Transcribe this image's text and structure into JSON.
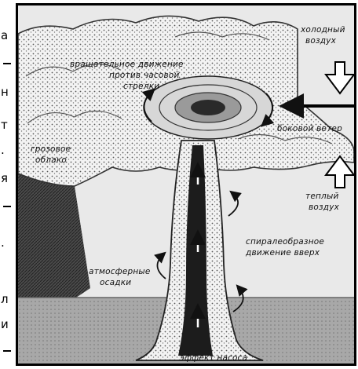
{
  "margin_fragments": [
    "а",
    "н",
    "т",
    ".",
    "я",
    "-",
    ".",
    "л",
    "и",
    "-"
  ],
  "labels": {
    "cold_air": [
      "холодный",
      "воздух"
    ],
    "rotation": [
      "вращательное движение",
      "против часовой",
      "стрелки"
    ],
    "side_wind": "боковой ветер",
    "storm_cloud": [
      "грозовое",
      "облако"
    ],
    "warm_air": [
      "теплый",
      "воздух"
    ],
    "spiral": [
      "спиралеобразное",
      "движение вверх"
    ],
    "precipitation": [
      "атмосферные",
      "осадки"
    ],
    "pump_effect": "эффект насоса"
  }
}
